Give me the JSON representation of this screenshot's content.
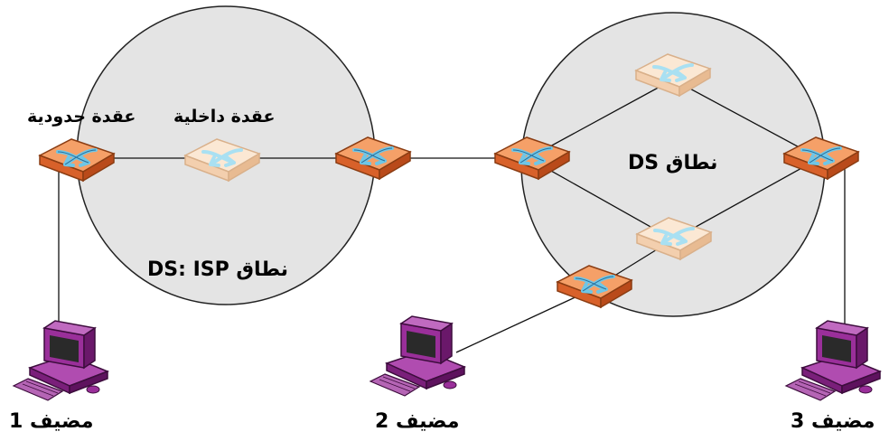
{
  "domains": {
    "isp_label": "نطاق DS: ISP",
    "ds_label": "نطاق DS"
  },
  "labels": {
    "edge_node": "عقدة حدودية",
    "interior_node": "عقدة داخلية"
  },
  "hosts": [
    {
      "label": "مضيف 1"
    },
    {
      "label": "مضيف 2"
    },
    {
      "label": "مضيف 3"
    }
  ],
  "colors": {
    "domain_fill": "#e4e4e4",
    "edge_router": "#f07c3e",
    "interior_router": "#f8dcc0",
    "computer": "#9a2f9a",
    "arrows": "#6fc6e6"
  },
  "icons": {
    "edge_router": "router-icon",
    "interior_router": "router-icon",
    "host": "computer-icon"
  }
}
